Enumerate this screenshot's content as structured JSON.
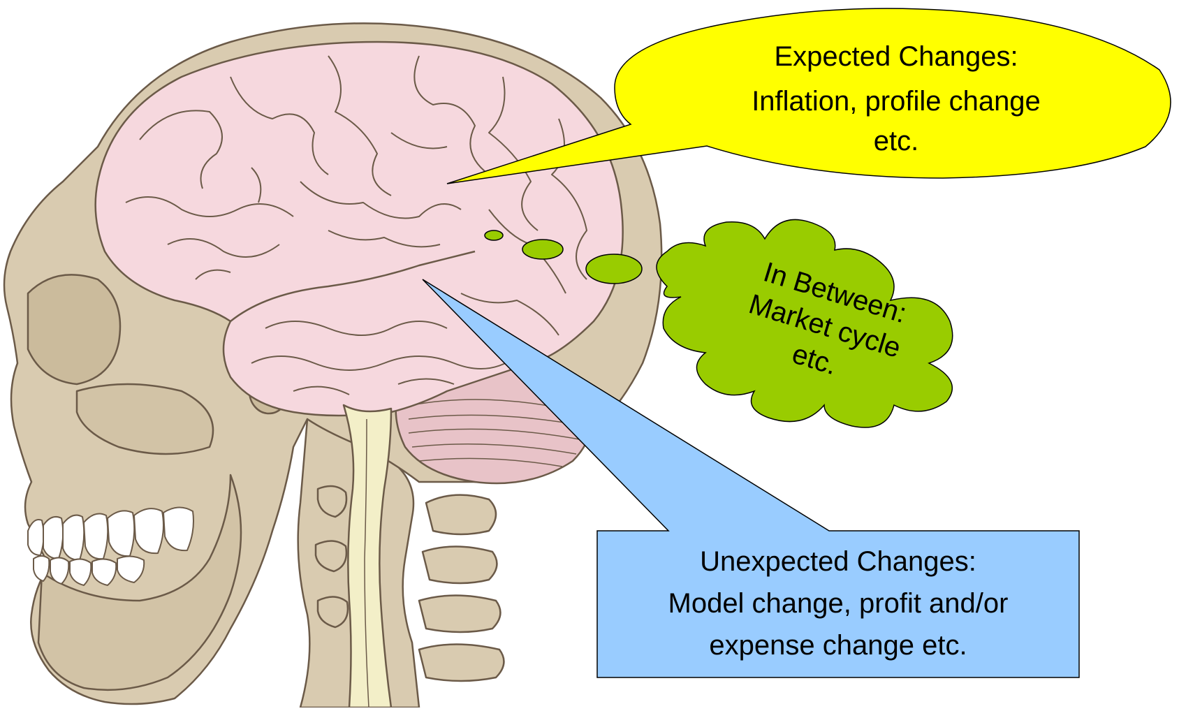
{
  "callouts": {
    "expected": {
      "line1": "Expected Changes:",
      "line2": "Inflation, profile change",
      "line3": "etc.",
      "fill": "#ffff00"
    },
    "in_between": {
      "line1": "In Between:",
      "line2": "Market cycle",
      "line3": "etc.",
      "fill": "#99cc00"
    },
    "unexpected": {
      "line1": "Unexpected Changes:",
      "line2": "Model change, profit and/or",
      "line3": "expense change etc.",
      "fill": "#99ccff"
    }
  },
  "illustration": {
    "subject": "human-head-anatomy",
    "colors": {
      "skull": "#d9cbb0",
      "brain": "#f6d8de",
      "cerebellum": "#e8c3c8",
      "spinal_cord": "#f3efc8",
      "teeth": "#ffffff",
      "outline": "#6b5a48"
    }
  }
}
